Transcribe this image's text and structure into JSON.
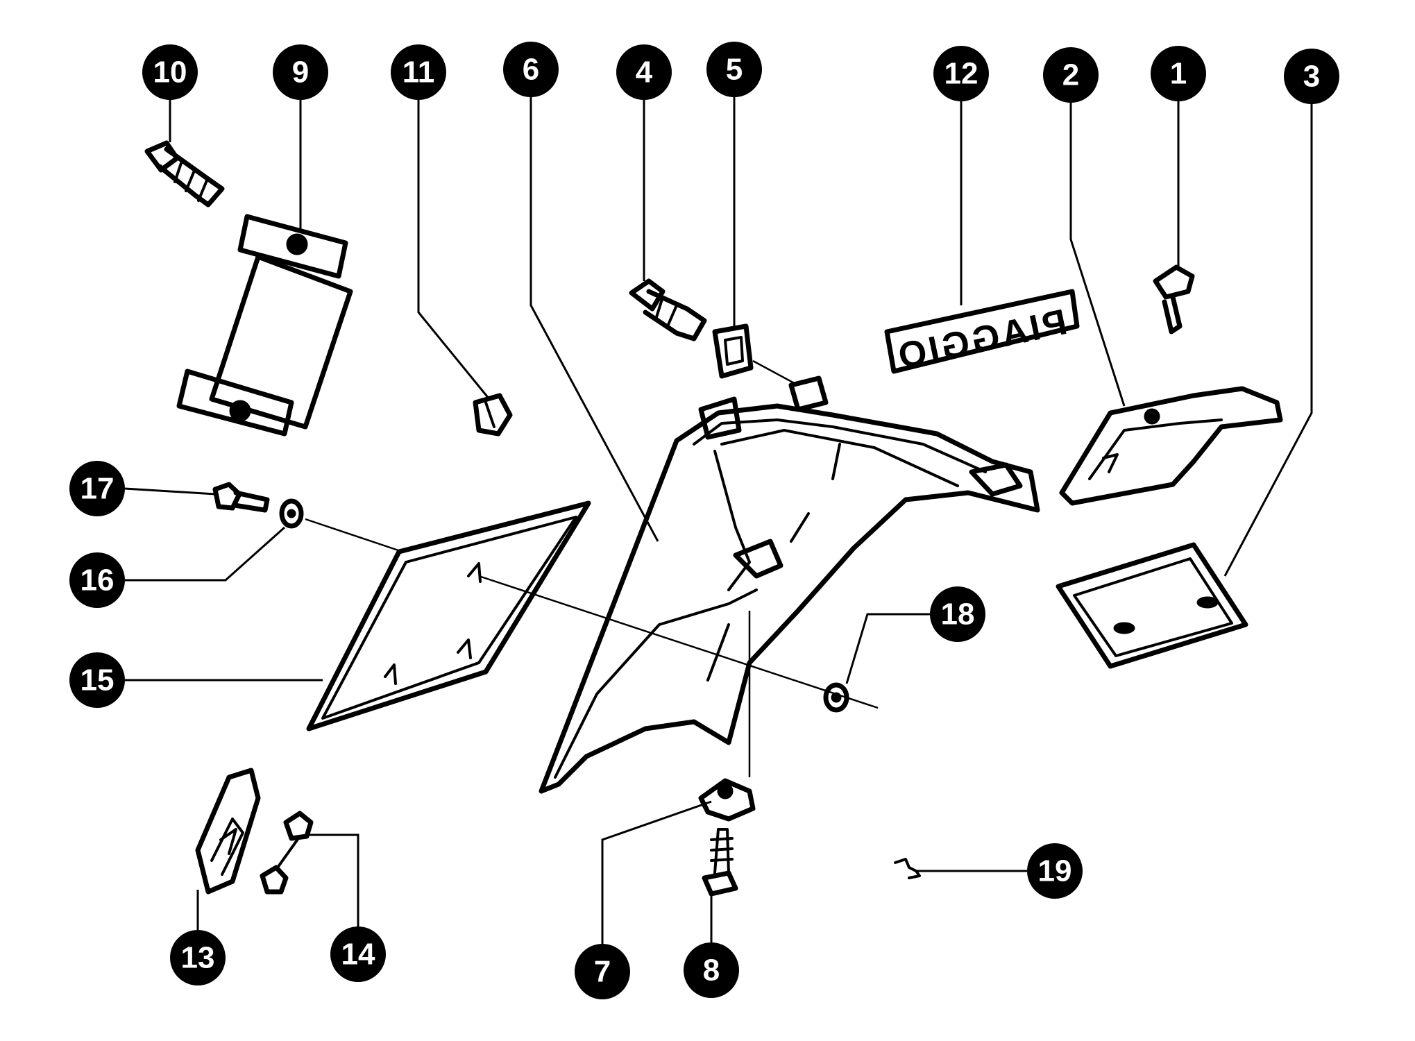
{
  "diagram": {
    "callouts": [
      {
        "id": "10",
        "label": "10"
      },
      {
        "id": "9",
        "label": "9"
      },
      {
        "id": "11",
        "label": "11"
      },
      {
        "id": "6",
        "label": "6"
      },
      {
        "id": "4",
        "label": "4"
      },
      {
        "id": "5",
        "label": "5"
      },
      {
        "id": "12",
        "label": "12"
      },
      {
        "id": "2",
        "label": "2"
      },
      {
        "id": "1",
        "label": "1"
      },
      {
        "id": "3",
        "label": "3"
      },
      {
        "id": "17",
        "label": "17"
      },
      {
        "id": "16",
        "label": "16"
      },
      {
        "id": "15",
        "label": "15"
      },
      {
        "id": "18",
        "label": "18"
      },
      {
        "id": "13",
        "label": "13"
      },
      {
        "id": "14",
        "label": "14"
      },
      {
        "id": "19",
        "label": "19"
      },
      {
        "id": "7",
        "label": "7"
      },
      {
        "id": "8",
        "label": "8"
      }
    ],
    "nameplate_text": "PIAGGIO"
  }
}
